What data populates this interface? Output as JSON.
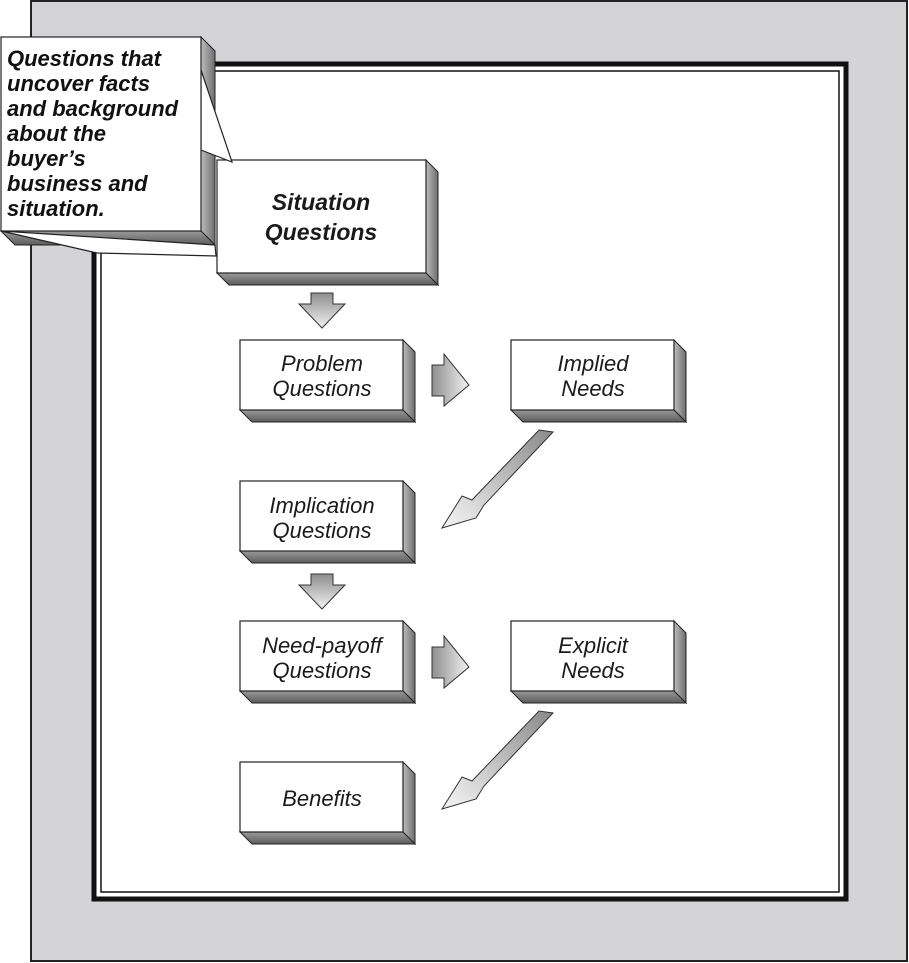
{
  "callout": {
    "lines": [
      "Questions that",
      "uncover facts",
      "and background",
      "about the",
      "buyer’s",
      "business and",
      "situation."
    ]
  },
  "boxes": {
    "situation": [
      "Situation",
      "Questions"
    ],
    "problem": [
      "Problem",
      "Questions"
    ],
    "implied": [
      "Implied",
      "Needs"
    ],
    "implication": [
      "Implication",
      "Questions"
    ],
    "needpayoff": [
      "Need-payoff",
      "Questions"
    ],
    "explicit": [
      "Explicit",
      "Needs"
    ],
    "benefits": [
      "Benefits"
    ]
  },
  "colors": {
    "frame": "#d4d4d6",
    "box_face": "#ffffff",
    "box_side": "#8a8a8a",
    "arrow_light": "#f4f4f4",
    "arrow_dark": "#8c8c8c"
  }
}
